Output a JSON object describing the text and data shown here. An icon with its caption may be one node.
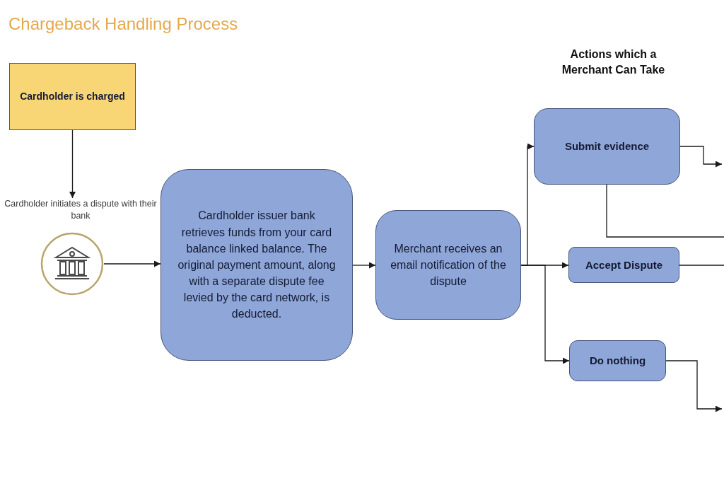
{
  "diagram": {
    "title": "Chargeback Handling Process",
    "nodes": [
      {
        "text": [
          "Cardholder is charged"
        ]
      },
      {
        "text": [
          "Cardholder initiates a dispute with their bank"
        ]
      },
      {
        "text": [],
        "shape": "picture"
      },
      {
        "text": [
          "Cardholder issuer bank retrieves funds from your card balance linked balance. The original payment amount, along with a separate dispute fee levied by the card network, is deducted."
        ]
      },
      {
        "text": [
          "Merchant receives an email notification of the dispute"
        ]
      },
      {
        "text": [
          "Submit evidence"
        ]
      },
      {
        "text": [
          "Accept Dispute"
        ]
      },
      {
        "text": [
          "Do nothing"
        ]
      }
    ],
    "edges": [
      {
        "from": 0,
        "to": 1,
        "arrow": "to"
      },
      {
        "from": 2,
        "to": 3,
        "arrow": "to"
      },
      {
        "from": 3,
        "to": 4,
        "arrow": "to"
      },
      {
        "from": 4,
        "to": 5,
        "arrow": "to"
      },
      {
        "from": 4,
        "to": 6,
        "arrow": "to"
      },
      {
        "from": 4,
        "to": 7,
        "arrow": "to"
      },
      {
        "from": 5,
        "to": null,
        "arrow": "to"
      },
      {
        "from": 5,
        "to": null,
        "arrow": "none"
      },
      {
        "from": 6,
        "to": null,
        "arrow": "none"
      },
      {
        "from": 7,
        "to": null,
        "arrow": "to"
      }
    ],
    "labels": [
      "Actions which a Merchant Can Take"
    ]
  }
}
